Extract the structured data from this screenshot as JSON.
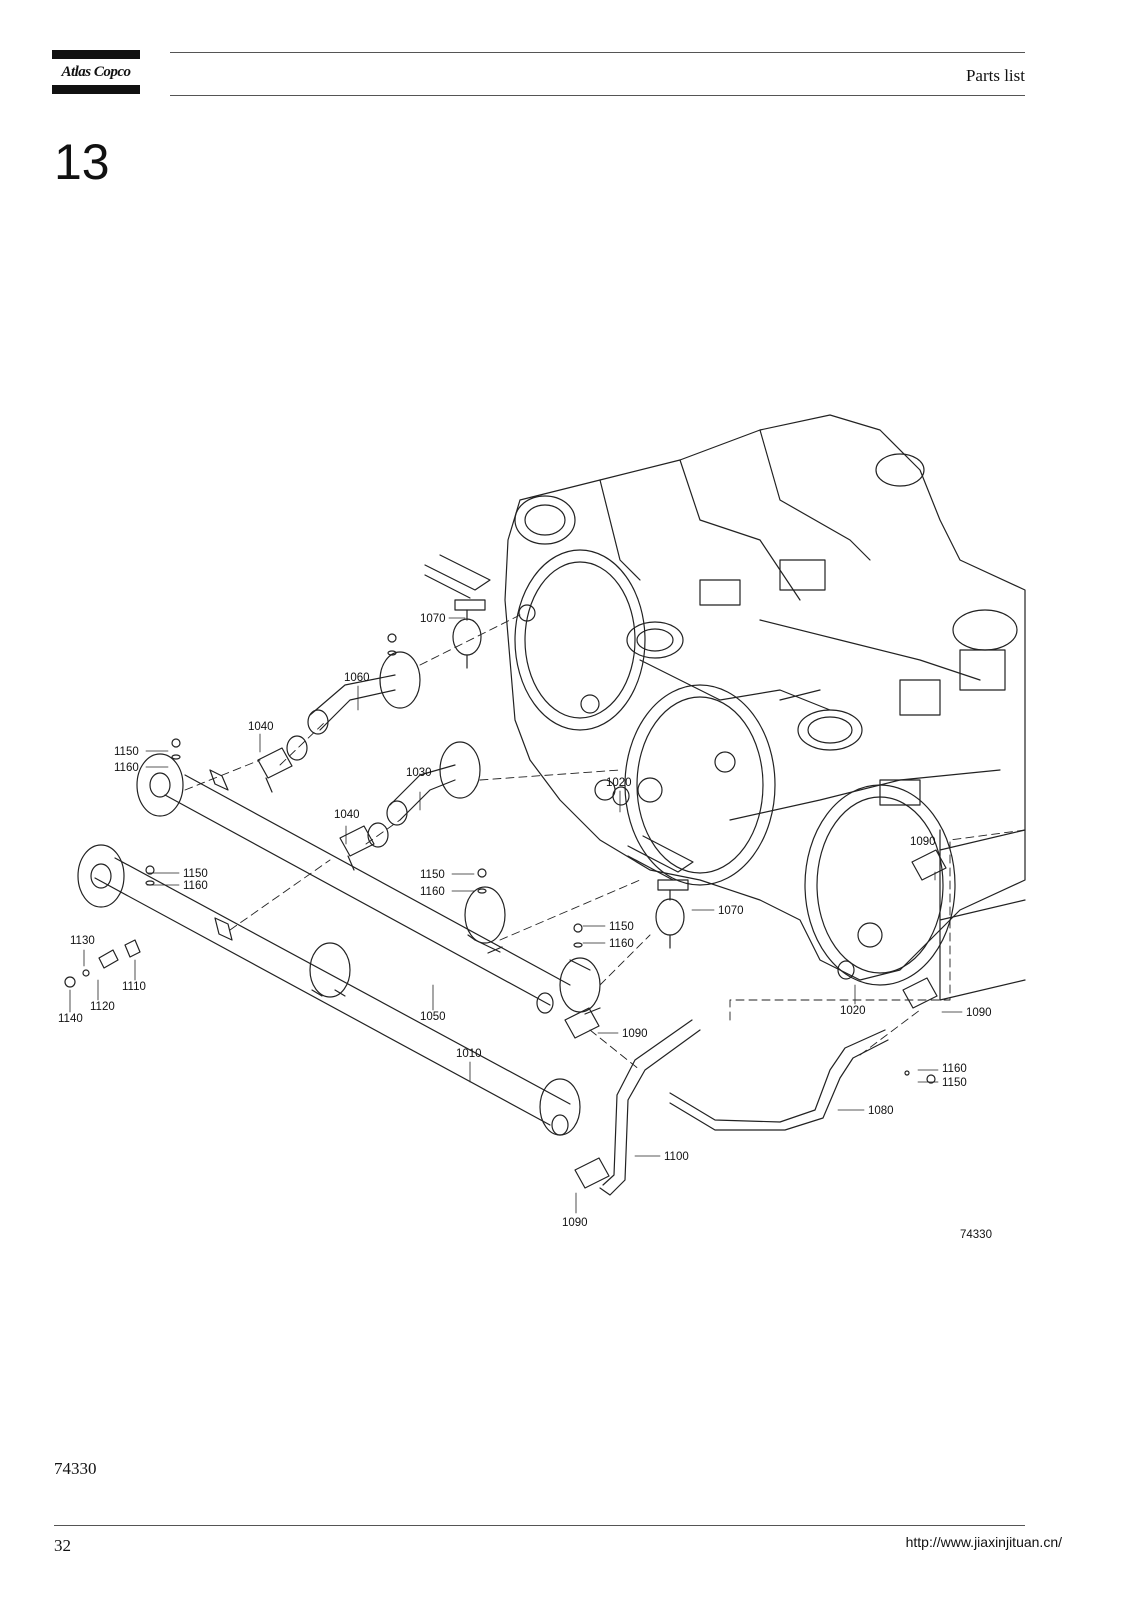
{
  "header": {
    "logo_text": "Atlas Copco",
    "title": "Parts list"
  },
  "section_number": "13",
  "figure": {
    "drawing_number": "74330",
    "callouts": {
      "c1070a": "1070",
      "c1060": "1060",
      "c1040a": "1040",
      "c1150a": "1150",
      "c1160a": "1160",
      "c1030": "1030",
      "c1020a": "1020",
      "c1040b": "1040",
      "c1090a": "1090",
      "c1150b": "1150",
      "c1160b": "1160",
      "c1150c": "1150",
      "c1160c": "1160",
      "c1070b": "1070",
      "c1150d": "1150",
      "c1160d": "1160",
      "c1130": "1130",
      "c1110": "1110",
      "c1120": "1120",
      "c1140": "1140",
      "c1050": "1050",
      "c1020b": "1020",
      "c1090b": "1090",
      "c1090c": "1090",
      "c1010": "1010",
      "c1160e": "1160",
      "c1150e": "1150",
      "c1080": "1080",
      "c1100": "1100",
      "c1090d": "1090"
    }
  },
  "footer": {
    "doc_code": "74330",
    "page_number": "32",
    "url": "http://www.jiaxinjituan.cn/"
  }
}
